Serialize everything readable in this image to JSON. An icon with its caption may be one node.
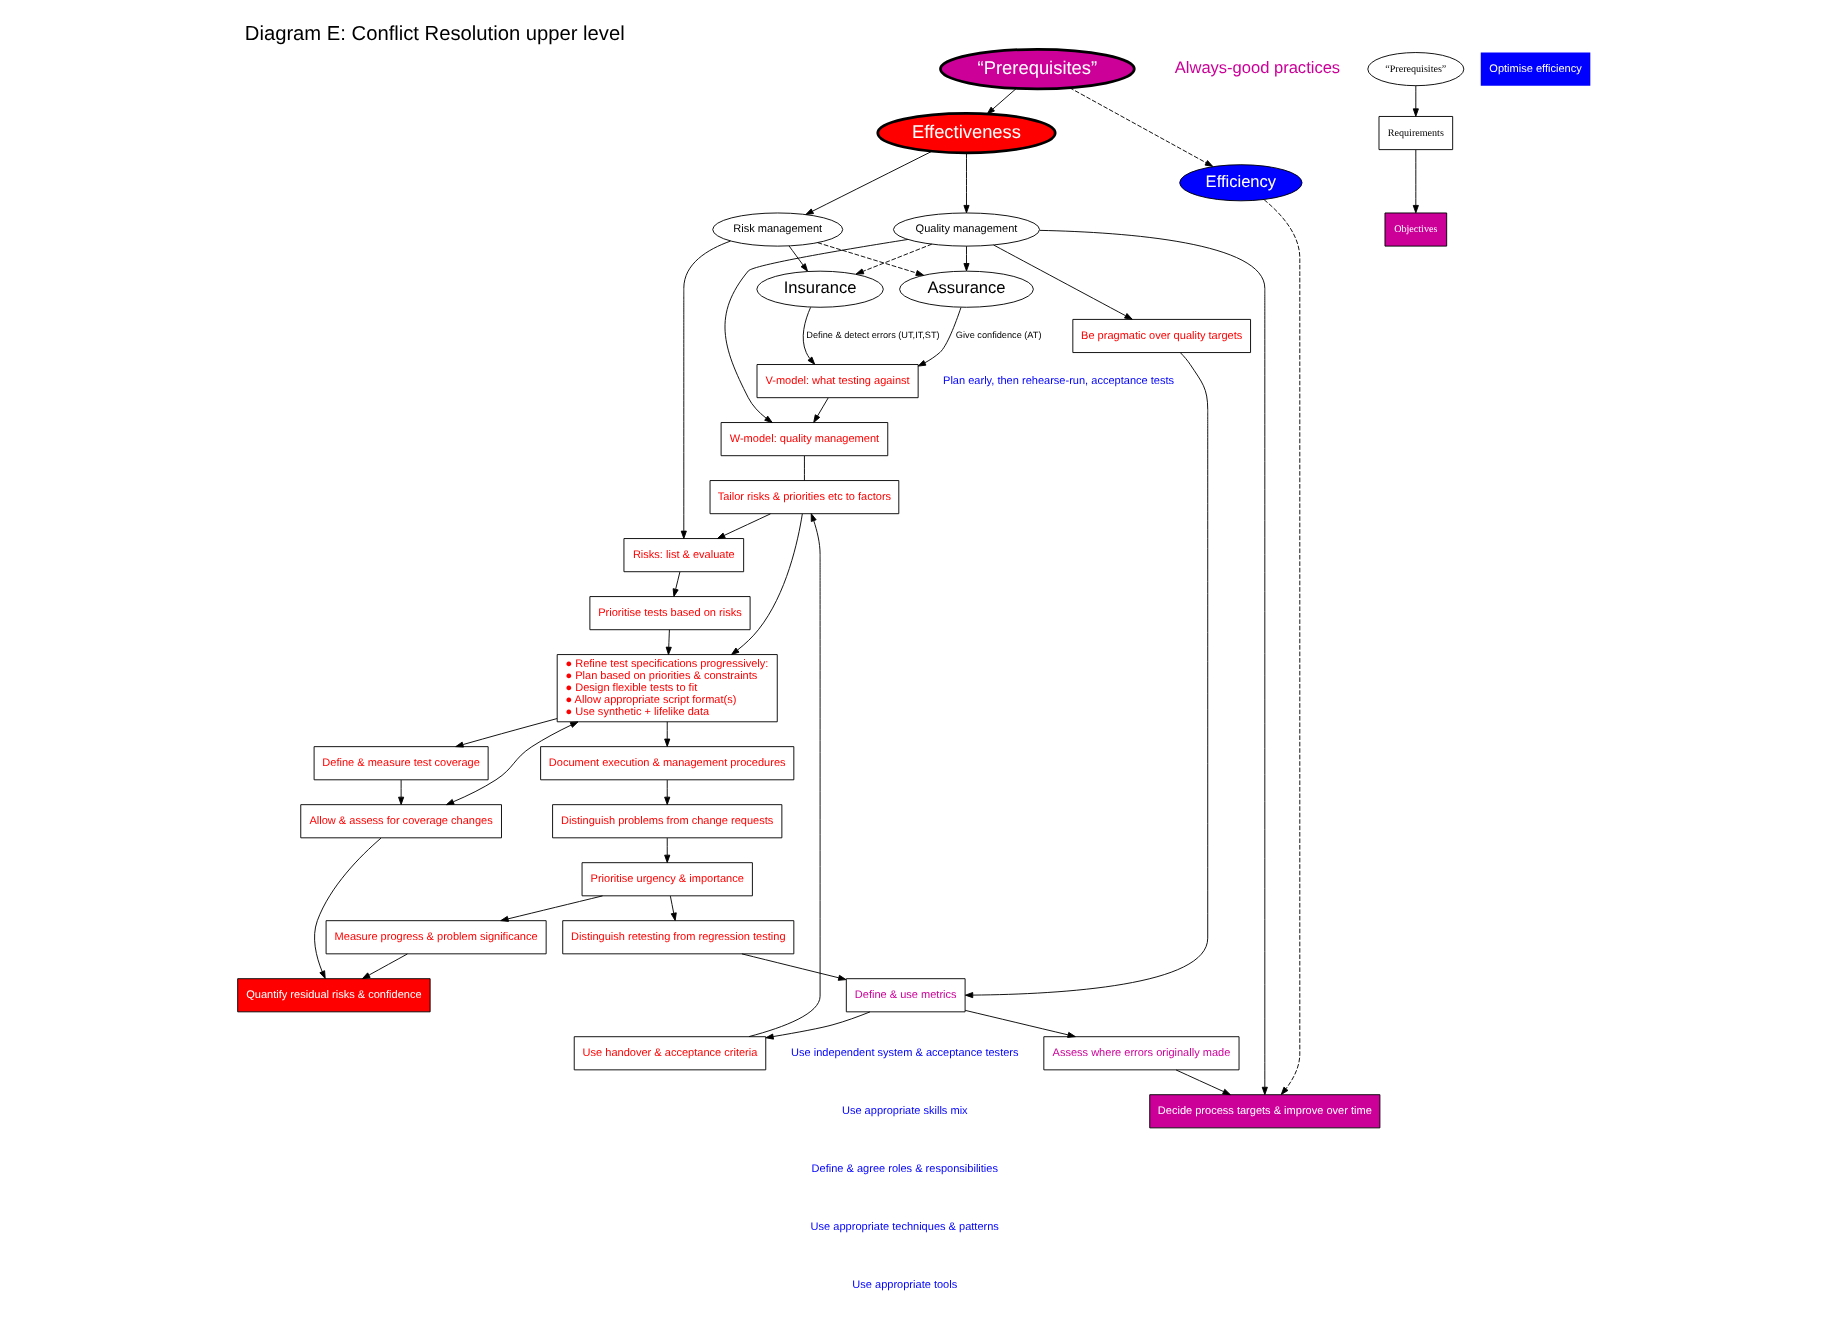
{
  "diagram": {
    "title": "Diagram E: Conflict Resolution upper level",
    "nodes": [
      {
        "text": [
          "“Prerequisites”"
        ]
      },
      {
        "text": [
          "Effectiveness"
        ]
      },
      {
        "text": [
          "Efficiency"
        ]
      },
      {
        "text": [
          "Risk management"
        ]
      },
      {
        "text": [
          "Quality management"
        ]
      },
      {
        "text": [
          "Insurance"
        ]
      },
      {
        "text": [
          "Assurance"
        ]
      },
      {
        "text": [
          "Decide process targets & improve over time"
        ]
      },
      {
        "text": [
          "Assess where errors originally made"
        ]
      },
      {
        "text": [
          "Be pragmatic over quality targets"
        ]
      },
      {
        "text": [
          "Define & use metrics"
        ]
      },
      {
        "text": [
          "Use handover & acceptance criteria"
        ]
      },
      {
        "text": [
          "V-model: what testing against"
        ]
      },
      {
        "text": [
          "W-model: quality management"
        ]
      },
      {
        "text": [
          "Risks: list & evaluate"
        ]
      },
      {
        "text": [
          "Tailor risks & priorities etc to factors"
        ]
      },
      {
        "text": [
          "Prioritise tests based on risks"
        ]
      },
      {
        "text": [
          "● Refine test specifications progressively:",
          "● Plan based on priorities & constraints",
          "● Design flexible tests to fit",
          "● Allow appropriate script format(s)",
          "● Use synthetic + lifelike data"
        ]
      },
      {
        "text": [
          "Define & measure test coverage"
        ]
      },
      {
        "text": [
          "Allow & assess for coverage changes"
        ]
      },
      {
        "text": [
          "Document execution & management procedures"
        ]
      },
      {
        "text": [
          "Distinguish problems from change requests"
        ]
      },
      {
        "text": [
          "Measure progress & problem significance"
        ]
      },
      {
        "text": [
          "Prioritise urgency & importance"
        ]
      },
      {
        "text": [
          "Quantify residual risks & confidence"
        ]
      },
      {
        "text": [
          "Distinguish retesting from regression testing"
        ]
      },
      {
        "text": [
          "“Prerequisites”"
        ]
      },
      {
        "text": [
          "Requirements"
        ]
      },
      {
        "text": [
          "Objectives"
        ]
      },
      {
        "text": [
          "Optimise efficiency"
        ]
      }
    ],
    "edges": [
      {
        "from": 0,
        "to": 1,
        "arrow": "to"
      },
      {
        "from": 0,
        "to": 2,
        "arrow": "to",
        "style": "dashed"
      },
      {
        "from": 1,
        "to": 3,
        "arrow": "to"
      },
      {
        "from": 1,
        "to": 4,
        "arrow": "to"
      },
      {
        "from": 3,
        "to": 5,
        "arrow": "to"
      },
      {
        "from": 3,
        "to": 6,
        "arrow": "to",
        "style": "dashed"
      },
      {
        "from": 4,
        "to": 5,
        "arrow": "to",
        "style": "dashed"
      },
      {
        "from": 4,
        "to": 6,
        "arrow": "to"
      },
      {
        "from": 4,
        "to": 7,
        "arrow": "to"
      },
      {
        "from": 4,
        "to": 9,
        "arrow": "to"
      },
      {
        "from": 4,
        "to": 13,
        "arrow": "to"
      },
      {
        "from": 2,
        "to": 7,
        "arrow": "to",
        "style": "dashed"
      },
      {
        "from": 8,
        "to": 7,
        "arrow": "to"
      },
      {
        "from": 9,
        "to": 10,
        "arrow": "to"
      },
      {
        "from": 10,
        "to": 8,
        "arrow": "to"
      },
      {
        "from": 10,
        "to": 11,
        "arrow": "to"
      },
      {
        "from": 25,
        "to": 10,
        "arrow": "to"
      },
      {
        "from": 3,
        "to": 14,
        "arrow": "to"
      },
      {
        "from": 5,
        "to": 12,
        "arrow": "to",
        "label": "Define & detect errors (UT,IT,ST)"
      },
      {
        "from": 6,
        "to": 12,
        "arrow": "to",
        "label": "Give confidence (AT)"
      },
      {
        "from": 12,
        "to": 13,
        "arrow": "to"
      },
      {
        "from": 11,
        "to": 15,
        "arrow": "to"
      },
      {
        "from": 13,
        "to": 15,
        "arrow": "none"
      },
      {
        "from": 15,
        "to": 14,
        "arrow": "to"
      },
      {
        "from": 15,
        "to": 17,
        "arrow": "to"
      },
      {
        "from": 14,
        "to": 16,
        "arrow": "to"
      },
      {
        "from": 16,
        "to": 17,
        "arrow": "to"
      },
      {
        "from": 17,
        "to": 18,
        "arrow": "to"
      },
      {
        "from": 19,
        "to": 17,
        "arrow": "both"
      },
      {
        "from": 18,
        "to": 19,
        "arrow": "to"
      },
      {
        "from": 17,
        "to": 20,
        "arrow": "to"
      },
      {
        "from": 20,
        "to": 21,
        "arrow": "to"
      },
      {
        "from": 21,
        "to": 23,
        "arrow": "to"
      },
      {
        "from": 23,
        "to": 22,
        "arrow": "to"
      },
      {
        "from": 23,
        "to": 25,
        "arrow": "to"
      },
      {
        "from": 22,
        "to": 24,
        "arrow": "to"
      },
      {
        "from": 19,
        "to": 24,
        "arrow": "to"
      },
      {
        "from": 26,
        "to": 27,
        "arrow": "to"
      },
      {
        "from": 27,
        "to": 28,
        "arrow": "to"
      }
    ],
    "labels": [
      "Always-good practices",
      "Plan early, then rehearse-run, acceptance tests",
      "Use independent system & acceptance testers",
      "Use appropriate skills mix",
      "Define & agree roles & responsibilities",
      "Use appropriate techniques & patterns",
      "Use appropriate tools"
    ]
  }
}
